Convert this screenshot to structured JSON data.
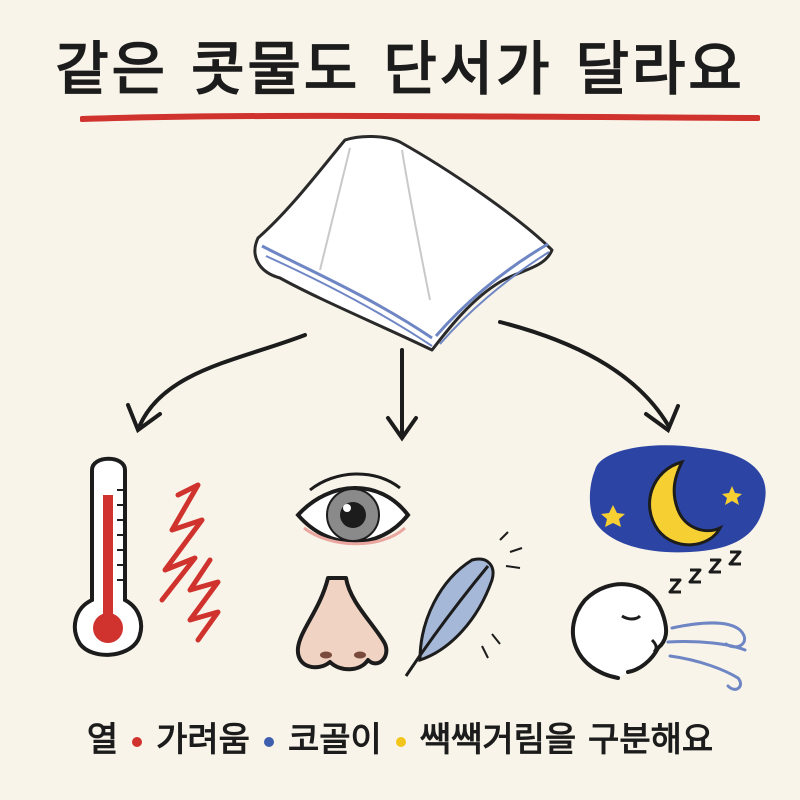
{
  "title": "같은 콧물도 단서가 달라요",
  "caption": {
    "part1": "열",
    "part2": "가려움",
    "part3": "코골이",
    "part4": "쌕쌕거림을 구분해요"
  },
  "colors": {
    "background": "#f8f4e9",
    "title_underline": "#d0322d",
    "dot_red": "#d0322d",
    "dot_blue": "#3d5fae",
    "dot_yellow": "#f2c51b",
    "night_sky": "#2c44a3",
    "moon": "#f6cf33"
  },
  "icons": [
    "handkerchief-icon",
    "thermometer-icon",
    "heat-zigzag-icon",
    "eye-icon",
    "nose-icon",
    "feather-icon",
    "moon-night-icon",
    "sleeping-face-icon",
    "breath-wind-icon"
  ]
}
